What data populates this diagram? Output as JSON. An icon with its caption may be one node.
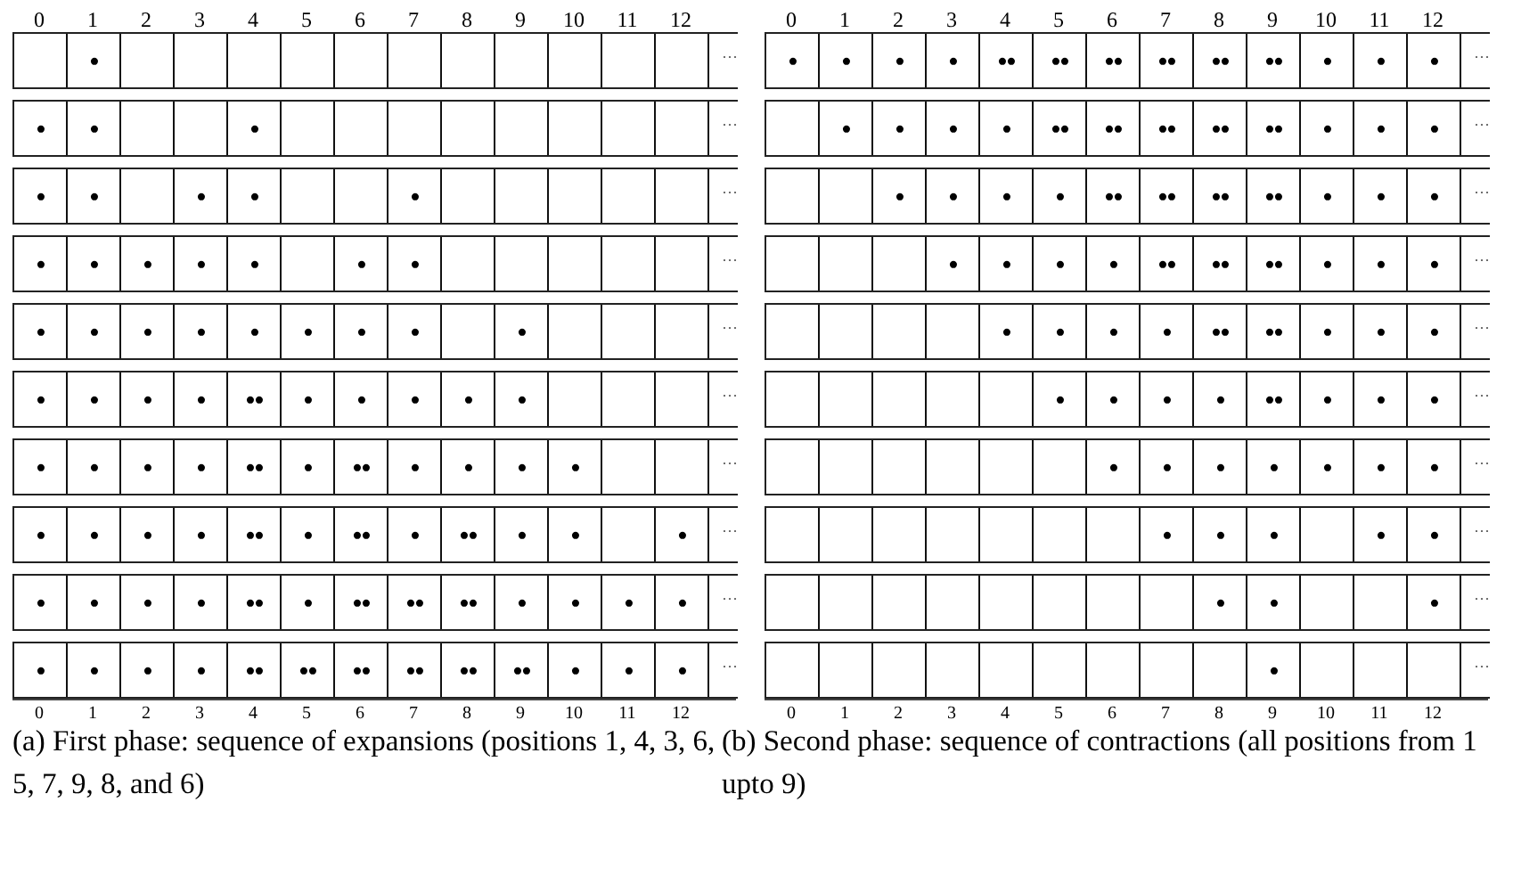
{
  "diagram": {
    "nodes": [
      {
        "text": [],
        "shape": "box"
      },
      {
        "text": [
          "•"
        ]
      },
      {
        "text": [],
        "shape": "box"
      },
      {
        "text": [],
        "shape": "box"
      },
      {
        "text": [],
        "shape": "box"
      },
      {
        "text": [],
        "shape": "box"
      },
      {
        "text": [],
        "shape": "box"
      },
      {
        "text": [],
        "shape": "box"
      },
      {
        "text": [],
        "shape": "box"
      },
      {
        "text": [],
        "shape": "box"
      },
      {
        "text": [],
        "shape": "box"
      },
      {
        "text": [],
        "shape": "box"
      },
      {
        "text": [],
        "shape": "box"
      },
      {
        "text": [
          "•"
        ]
      },
      {
        "text": [
          "•"
        ]
      },
      {
        "text": [],
        "shape": "box"
      },
      {
        "text": [],
        "shape": "box"
      },
      {
        "text": [
          "•"
        ]
      },
      {
        "text": [],
        "shape": "box"
      },
      {
        "text": [],
        "shape": "box"
      },
      {
        "text": [],
        "shape": "box"
      },
      {
        "text": [],
        "shape": "box"
      },
      {
        "text": [],
        "shape": "box"
      },
      {
        "text": [],
        "shape": "box"
      },
      {
        "text": [],
        "shape": "box"
      },
      {
        "text": [],
        "shape": "box"
      },
      {
        "text": [
          "•"
        ]
      },
      {
        "text": [
          "•"
        ]
      },
      {
        "text": [],
        "shape": "box"
      },
      {
        "text": [
          "•"
        ]
      },
      {
        "text": [
          "•"
        ]
      },
      {
        "text": [],
        "shape": "box"
      },
      {
        "text": [],
        "shape": "box"
      },
      {
        "text": [
          "•"
        ]
      },
      {
        "text": [],
        "shape": "box"
      },
      {
        "text": [],
        "shape": "box"
      },
      {
        "text": [],
        "shape": "box"
      },
      {
        "text": [],
        "shape": "box"
      },
      {
        "text": [],
        "shape": "box"
      },
      {
        "text": [
          "•"
        ]
      },
      {
        "text": [
          "•"
        ]
      },
      {
        "text": [
          "•"
        ]
      },
      {
        "text": [
          "•"
        ]
      },
      {
        "text": [
          "•"
        ]
      },
      {
        "text": [],
        "shape": "box"
      },
      {
        "text": [
          "•"
        ]
      },
      {
        "text": [
          "•"
        ]
      },
      {
        "text": [],
        "shape": "box"
      },
      {
        "text": [],
        "shape": "box"
      },
      {
        "text": [],
        "shape": "box"
      },
      {
        "text": [],
        "shape": "box"
      },
      {
        "text": [],
        "shape": "box"
      },
      {
        "text": [
          "•"
        ]
      },
      {
        "text": [
          "•"
        ]
      },
      {
        "text": [
          "•"
        ]
      },
      {
        "text": [
          "•"
        ]
      },
      {
        "text": [
          "•"
        ]
      },
      {
        "text": [
          "•"
        ]
      },
      {
        "text": [
          "•"
        ]
      },
      {
        "text": [
          "•"
        ]
      },
      {
        "text": [],
        "shape": "box"
      },
      {
        "text": [
          "•"
        ]
      },
      {
        "text": [],
        "shape": "box"
      },
      {
        "text": [],
        "shape": "box"
      },
      {
        "text": [],
        "shape": "box"
      },
      {
        "text": [
          "•"
        ]
      },
      {
        "text": [
          "•"
        ]
      },
      {
        "text": [
          "•"
        ]
      },
      {
        "text": [
          "•"
        ]
      },
      {
        "text": [
          "••"
        ]
      },
      {
        "text": [
          "•"
        ]
      },
      {
        "text": [
          "•"
        ]
      },
      {
        "text": [
          "•"
        ]
      },
      {
        "text": [
          "•"
        ]
      },
      {
        "text": [
          "•"
        ]
      },
      {
        "text": [],
        "shape": "box"
      },
      {
        "text": [],
        "shape": "box"
      },
      {
        "text": [],
        "shape": "box"
      },
      {
        "text": [
          "•"
        ]
      },
      {
        "text": [
          "•"
        ]
      },
      {
        "text": [
          "•"
        ]
      },
      {
        "text": [
          "•"
        ]
      },
      {
        "text": [
          "••"
        ]
      },
      {
        "text": [
          "•"
        ]
      },
      {
        "text": [
          "••"
        ]
      },
      {
        "text": [
          "•"
        ]
      },
      {
        "text": [
          "•"
        ]
      },
      {
        "text": [
          "•"
        ]
      },
      {
        "text": [
          "•"
        ]
      },
      {
        "text": [],
        "shape": "box"
      },
      {
        "text": [],
        "shape": "box"
      },
      {
        "text": [
          "•"
        ]
      },
      {
        "text": [
          "•"
        ]
      },
      {
        "text": [
          "•"
        ]
      },
      {
        "text": [
          "•"
        ]
      },
      {
        "text": [
          "••"
        ]
      },
      {
        "text": [
          "•"
        ]
      },
      {
        "text": [
          "••"
        ]
      },
      {
        "text": [
          "•"
        ]
      },
      {
        "text": [
          "••"
        ]
      },
      {
        "text": [
          "•"
        ]
      },
      {
        "text": [
          "•"
        ]
      },
      {
        "text": [],
        "shape": "box"
      },
      {
        "text": [
          "•"
        ]
      },
      {
        "text": [
          "•"
        ]
      },
      {
        "text": [
          "•"
        ]
      },
      {
        "text": [
          "•"
        ]
      },
      {
        "text": [
          "•"
        ]
      },
      {
        "text": [
          "••"
        ]
      },
      {
        "text": [
          "•"
        ]
      },
      {
        "text": [
          "••"
        ]
      },
      {
        "text": [
          "••"
        ]
      },
      {
        "text": [
          "••"
        ]
      },
      {
        "text": [
          "•"
        ]
      },
      {
        "text": [
          "•"
        ]
      },
      {
        "text": [
          "•"
        ]
      },
      {
        "text": [
          "•"
        ]
      },
      {
        "text": [
          "•"
        ]
      },
      {
        "text": [
          "•"
        ]
      },
      {
        "text": [
          "•"
        ]
      },
      {
        "text": [
          "•"
        ]
      },
      {
        "text": [
          "••"
        ]
      },
      {
        "text": [
          "••"
        ]
      },
      {
        "text": [
          "••"
        ]
      },
      {
        "text": [
          "••"
        ]
      },
      {
        "text": [
          "••"
        ]
      },
      {
        "text": [
          "••"
        ]
      },
      {
        "text": [
          "•"
        ]
      },
      {
        "text": [
          "•"
        ]
      },
      {
        "text": [
          "•"
        ]
      },
      {
        "text": [
          "•"
        ]
      },
      {
        "text": [
          "•"
        ]
      },
      {
        "text": [
          "•"
        ]
      },
      {
        "text": [
          "•"
        ]
      },
      {
        "text": [
          "••"
        ]
      },
      {
        "text": [
          "••"
        ]
      },
      {
        "text": [
          "••"
        ]
      },
      {
        "text": [
          "••"
        ]
      },
      {
        "text": [
          "••"
        ]
      },
      {
        "text": [
          "••"
        ]
      },
      {
        "text": [
          "•"
        ]
      },
      {
        "text": [
          "•"
        ]
      },
      {
        "text": [
          "•"
        ]
      },
      {
        "text": [],
        "shape": "box"
      },
      {
        "text": [
          "•"
        ]
      },
      {
        "text": [
          "•"
        ]
      },
      {
        "text": [
          "•"
        ]
      },
      {
        "text": [
          "•"
        ]
      },
      {
        "text": [
          "••"
        ]
      },
      {
        "text": [
          "••"
        ]
      },
      {
        "text": [
          "••"
        ]
      },
      {
        "text": [
          "••"
        ]
      },
      {
        "text": [
          "••"
        ]
      },
      {
        "text": [
          "•"
        ]
      },
      {
        "text": [
          "•"
        ]
      },
      {
        "text": [
          "•"
        ]
      },
      {
        "text": [],
        "shape": "box"
      },
      {
        "text": [],
        "shape": "box"
      },
      {
        "text": [
          "•"
        ]
      },
      {
        "text": [
          "•"
        ]
      },
      {
        "text": [
          "•"
        ]
      },
      {
        "text": [
          "•"
        ]
      },
      {
        "text": [
          "••"
        ]
      },
      {
        "text": [
          "••"
        ]
      },
      {
        "text": [
          "••"
        ]
      },
      {
        "text": [
          "••"
        ]
      },
      {
        "text": [
          "•"
        ]
      },
      {
        "text": [
          "•"
        ]
      },
      {
        "text": [
          "•"
        ]
      },
      {
        "text": [],
        "shape": "box"
      },
      {
        "text": [],
        "shape": "box"
      },
      {
        "text": [],
        "shape": "box"
      },
      {
        "text": [
          "•"
        ]
      },
      {
        "text": [
          "•"
        ]
      },
      {
        "text": [
          "•"
        ]
      },
      {
        "text": [
          "•"
        ]
      },
      {
        "text": [
          "••"
        ]
      },
      {
        "text": [
          "••"
        ]
      },
      {
        "text": [
          "••"
        ]
      },
      {
        "text": [
          "•"
        ]
      },
      {
        "text": [
          "•"
        ]
      },
      {
        "text": [
          "•"
        ]
      },
      {
        "text": [],
        "shape": "box"
      },
      {
        "text": [],
        "shape": "box"
      },
      {
        "text": [],
        "shape": "box"
      },
      {
        "text": [],
        "shape": "box"
      },
      {
        "text": [
          "•"
        ]
      },
      {
        "text": [
          "•"
        ]
      },
      {
        "text": [
          "•"
        ]
      },
      {
        "text": [
          "•"
        ]
      },
      {
        "text": [
          "••"
        ]
      },
      {
        "text": [
          "••"
        ]
      },
      {
        "text": [
          "•"
        ]
      },
      {
        "text": [
          "•"
        ]
      },
      {
        "text": [
          "•"
        ]
      },
      {
        "text": [],
        "shape": "box"
      },
      {
        "text": [],
        "shape": "box"
      },
      {
        "text": [],
        "shape": "box"
      },
      {
        "text": [],
        "shape": "box"
      },
      {
        "text": [],
        "shape": "box"
      },
      {
        "text": [
          "•"
        ]
      },
      {
        "text": [
          "•"
        ]
      },
      {
        "text": [
          "•"
        ]
      },
      {
        "text": [
          "•"
        ]
      },
      {
        "text": [
          "••"
        ]
      },
      {
        "text": [
          "•"
        ]
      },
      {
        "text": [
          "•"
        ]
      },
      {
        "text": [
          "•"
        ]
      },
      {
        "text": [],
        "shape": "box"
      },
      {
        "text": [],
        "shape": "box"
      },
      {
        "text": [],
        "shape": "box"
      },
      {
        "text": [],
        "shape": "box"
      },
      {
        "text": [],
        "shape": "box"
      },
      {
        "text": [],
        "shape": "box"
      },
      {
        "text": [
          "•"
        ]
      },
      {
        "text": [
          "•"
        ]
      },
      {
        "text": [
          "•"
        ]
      },
      {
        "text": [
          "•"
        ]
      },
      {
        "text": [
          "•"
        ]
      },
      {
        "text": [
          "•"
        ]
      },
      {
        "text": [
          "•"
        ]
      },
      {
        "text": [],
        "shape": "box"
      },
      {
        "text": [],
        "shape": "box"
      },
      {
        "text": [],
        "shape": "box"
      },
      {
        "text": [],
        "shape": "box"
      },
      {
        "text": [],
        "shape": "box"
      },
      {
        "text": [],
        "shape": "box"
      },
      {
        "text": [],
        "shape": "box"
      },
      {
        "text": [
          "•"
        ]
      },
      {
        "text": [
          "•"
        ]
      },
      {
        "text": [
          "•"
        ]
      },
      {
        "text": [],
        "shape": "box"
      },
      {
        "text": [
          "•"
        ]
      },
      {
        "text": [
          "•"
        ]
      },
      {
        "text": [],
        "shape": "box"
      },
      {
        "text": [],
        "shape": "box"
      },
      {
        "text": [],
        "shape": "box"
      },
      {
        "text": [],
        "shape": "box"
      },
      {
        "text": [],
        "shape": "box"
      },
      {
        "text": [],
        "shape": "box"
      },
      {
        "text": [],
        "shape": "box"
      },
      {
        "text": [],
        "shape": "box"
      },
      {
        "text": [
          "•"
        ]
      },
      {
        "text": [
          "•"
        ]
      },
      {
        "text": [],
        "shape": "box"
      },
      {
        "text": [],
        "shape": "box"
      },
      {
        "text": [
          "•"
        ]
      },
      {
        "text": [],
        "shape": "box"
      },
      {
        "text": [],
        "shape": "box"
      },
      {
        "text": [],
        "shape": "box"
      },
      {
        "text": [],
        "shape": "box"
      },
      {
        "text": [],
        "shape": "box"
      },
      {
        "text": [],
        "shape": "box"
      },
      {
        "text": [],
        "shape": "box"
      },
      {
        "text": [],
        "shape": "box"
      },
      {
        "text": [],
        "shape": "box"
      },
      {
        "text": [
          "•"
        ]
      },
      {
        "text": [],
        "shape": "box"
      },
      {
        "text": [],
        "shape": "box"
      },
      {
        "text": [],
        "shape": "box"
      }
    ],
    "labels": [
      "0",
      "1",
      "2",
      "3",
      "4",
      "5",
      "6",
      "7",
      "8",
      "9",
      "10",
      "11",
      "12",
      "0",
      "1",
      "2",
      "3",
      "4",
      "5",
      "6",
      "7",
      "8",
      "9",
      "10",
      "11",
      "12",
      "···",
      "···",
      "···",
      "···",
      "···",
      "···",
      "···",
      "···",
      "···",
      "···",
      "···",
      "···",
      "···",
      "···",
      "···",
      "···",
      "···",
      "···",
      "···",
      "···",
      "0",
      "1",
      "2",
      "3",
      "4",
      "5",
      "6",
      "7",
      "8",
      "9",
      "10",
      "11",
      "12",
      "0",
      "1",
      "2",
      "3",
      "4",
      "5",
      "6",
      "7",
      "8",
      "9",
      "10",
      "11",
      "12",
      "(a) First phase: sequence of expansions (positions 1, 4, 3, 6, 5, 7, 9, 8, and 6)",
      "(b) Second phase: sequence of contractions (all positions from 1 upto 9)"
    ]
  }
}
